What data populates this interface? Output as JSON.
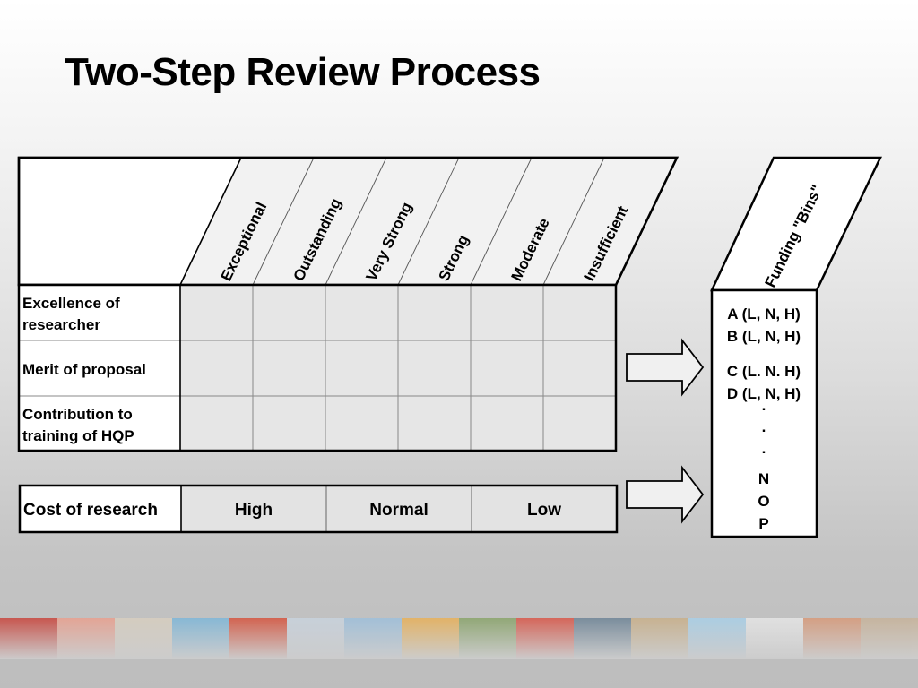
{
  "slide": {
    "title": "Two-Step Review Process"
  },
  "rating_table": {
    "columns": [
      "Exceptional",
      "Outstanding",
      "Very Strong",
      "Strong",
      "Moderate",
      "Insufficient"
    ],
    "rows": [
      {
        "line1": "Excellence of",
        "line2": "researcher"
      },
      {
        "line1": "Merit of proposal",
        "line2": ""
      },
      {
        "line1": "Contribution to",
        "line2": "training of HQP"
      }
    ]
  },
  "cost_table": {
    "label": "Cost of research",
    "levels": [
      "High",
      "Normal",
      "Low"
    ]
  },
  "funding_bins": {
    "header": "Funding \"Bins\"",
    "items": [
      "A (L, N, H)",
      "B (L, N, H)",
      "C (L. N. H)",
      "D (L, N, H)",
      ".",
      ".",
      ".",
      "N",
      "O",
      "P"
    ]
  },
  "footer_strip": {
    "colors": [
      "#c9463d",
      "#e9a08f",
      "#d8cfc0",
      "#7fb7d9",
      "#d6553f",
      "#c9d3de",
      "#9ec0dc",
      "#e8b15a",
      "#8aa46b",
      "#d9584a",
      "#6f8597",
      "#c9b08a",
      "#a9d0e8",
      "#e6e6e6",
      "#d89a7a",
      "#c8b39a"
    ]
  }
}
